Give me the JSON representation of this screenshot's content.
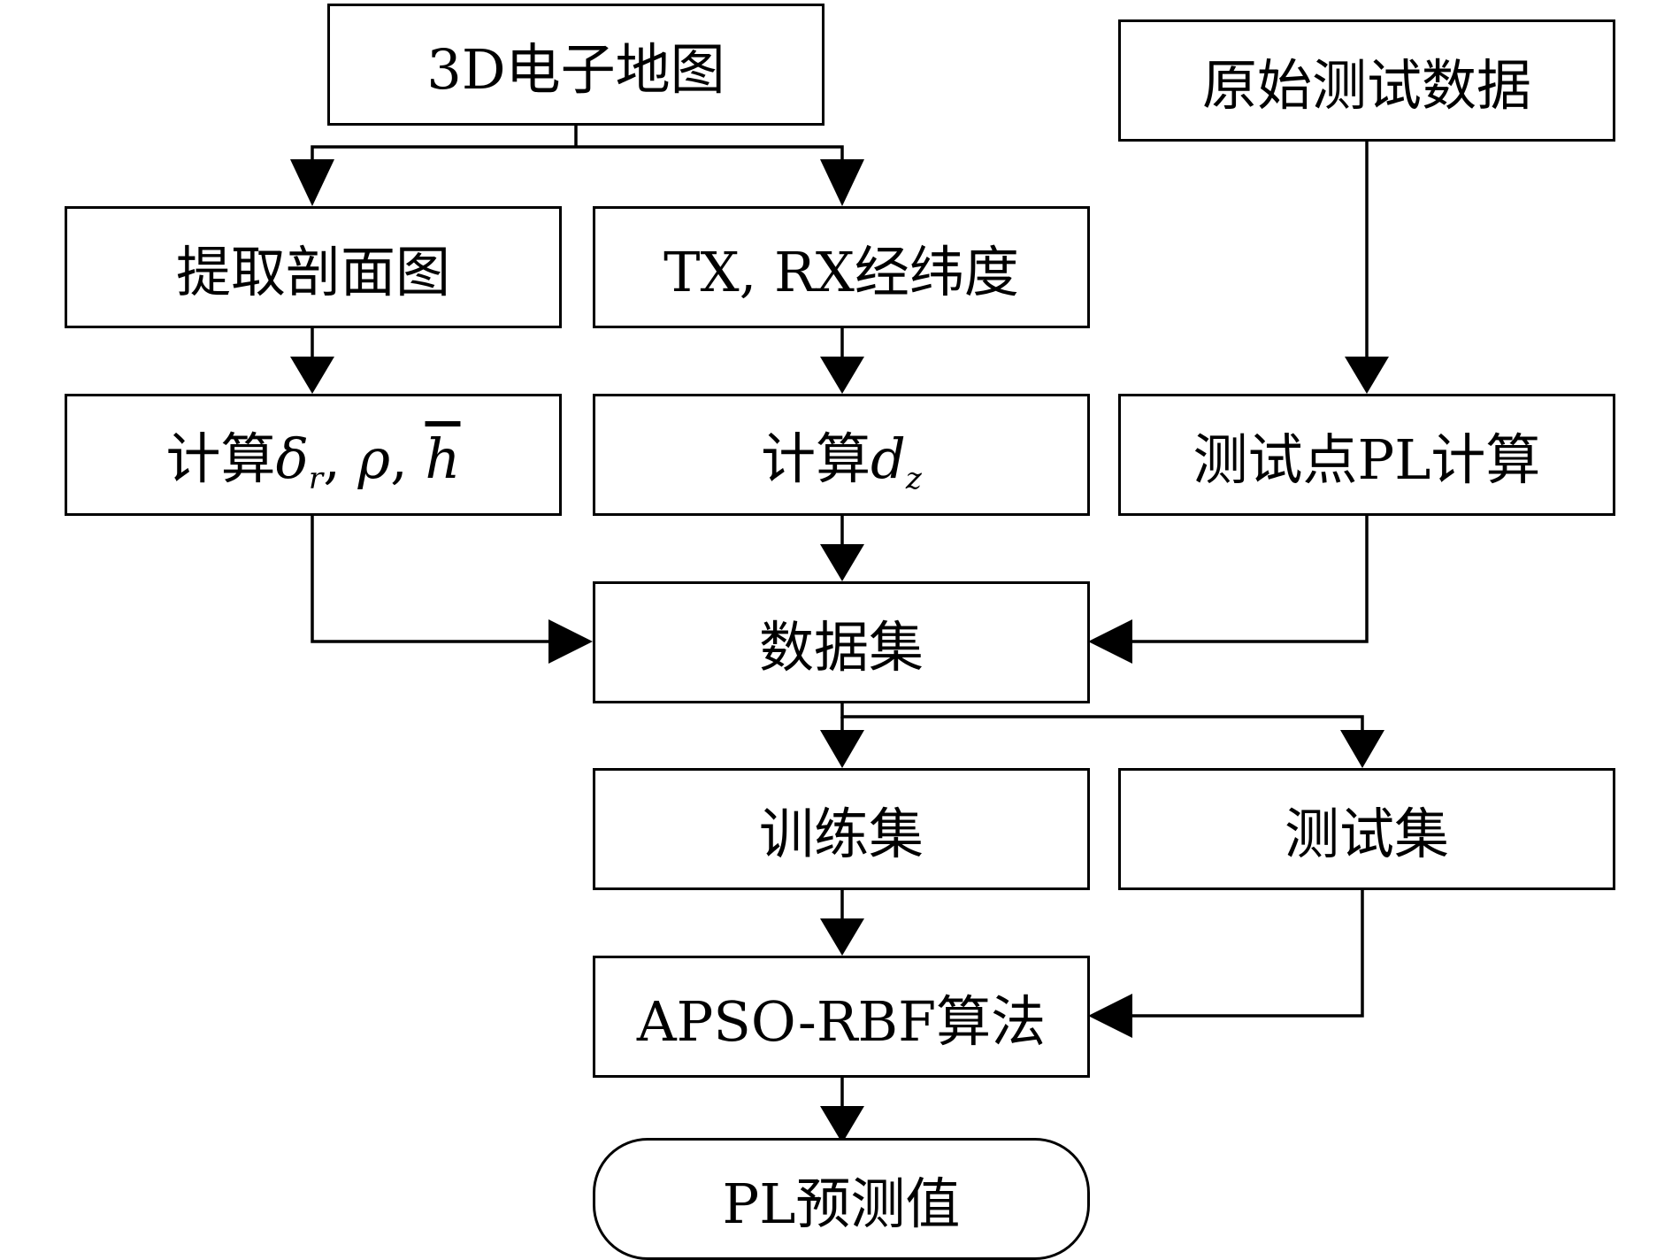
{
  "nodes": {
    "map_3d": "3D电子地图",
    "raw_data": "原始测试数据",
    "profile": "提取剖面图",
    "txrx": "TX, RX经纬度",
    "calc_params": {
      "prefix": "计算",
      "delta": "δ",
      "delta_sub": "r",
      "sep": ",",
      "rho": "ρ",
      "h": "h"
    },
    "calc_dz": {
      "prefix": "计算",
      "d": "d",
      "d_sub": "z"
    },
    "test_pl": "测试点PL计算",
    "dataset": "数据集",
    "train": "训练集",
    "test": "测试集",
    "algorithm": "APSO-RBF算法",
    "predict": "PL预测值"
  },
  "colors": {
    "stroke": "#000000",
    "fill": "#ffffff"
  }
}
